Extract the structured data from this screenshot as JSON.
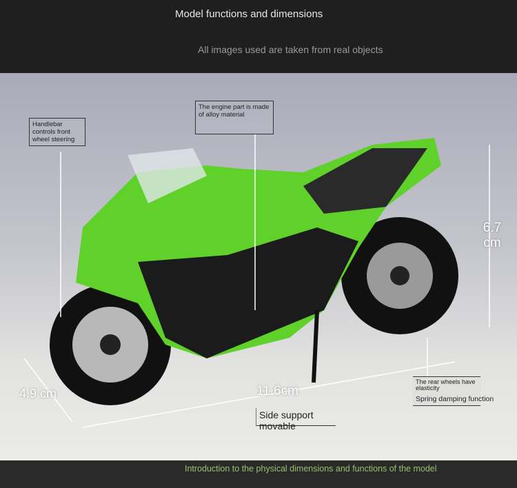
{
  "header": {
    "title": "Model functions and dimensions",
    "subtitle": "All images used are taken from real objects"
  },
  "callouts": {
    "handlebar": "Handlebar controls front wheel steering",
    "engine": "The engine part is made of alloy material",
    "rear_wheel": "The rear wheels have elasticity",
    "spring": "Spring damping function",
    "side_support": "Side support movable"
  },
  "dimensions": {
    "height": "6.7 cm",
    "length": "11.6cm",
    "width": "4.9 cm"
  },
  "footer": {
    "caption": "Introduction to the physical dimensions and functions of the model"
  },
  "colors": {
    "body_green": "#5fd12a",
    "caption_green": "#9bbf6e"
  }
}
